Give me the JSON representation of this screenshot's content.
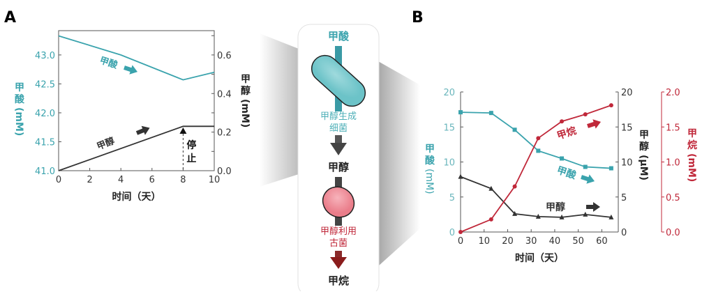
{
  "panel_a_label": "A",
  "panel_b_label": "B",
  "diagram": {
    "formate": "甲酸",
    "bacteria_line1": "甲醇生成",
    "bacteria_line2": "细菌",
    "methanol": "甲醇",
    "archaea_line1": "甲醇利用",
    "archaea_line2": "古菌",
    "methane": "甲烷"
  },
  "colors": {
    "formate": "#3aa3ad",
    "methanol": "#333333",
    "methane": "#c0283a"
  },
  "chart_data": [
    {
      "type": "line",
      "panel": "A",
      "xlabel": "时间（天）",
      "xlim": [
        0,
        10
      ],
      "xticks": [
        "0",
        "2",
        "4",
        "6",
        "8",
        "10"
      ],
      "ylabel_left": {
        "c1": "甲",
        "c2": "酸",
        "unit": "(mM)"
      },
      "ylabel_right": {
        "c1": "甲",
        "c2": "醇",
        "unit": "(mM)"
      },
      "ylim_left": [
        41.0,
        43.42
      ],
      "yticks_left": [
        "41.0",
        "41.5",
        "42.0",
        "42.5",
        "43.0"
      ],
      "ylim_right": [
        0,
        0.726
      ],
      "yticks_right": [
        "0.0",
        "0.2",
        "0.4",
        "0.6"
      ],
      "annotation_stop": {
        "c1": "停",
        "c2": "止",
        "x": 8
      },
      "series": [
        {
          "name": "甲酸",
          "axis": "left",
          "x": [
            0,
            4,
            8,
            10
          ],
          "y": [
            43.33,
            43.0,
            42.57,
            42.7
          ]
        },
        {
          "name": "甲醇",
          "axis": "right",
          "x": [
            0,
            8,
            10
          ],
          "y": [
            0.0,
            0.23,
            0.23
          ]
        }
      ]
    },
    {
      "type": "line",
      "panel": "B",
      "xlabel": "时间（天）",
      "xlim": [
        0,
        67
      ],
      "xticks": [
        "0",
        "10",
        "20",
        "30",
        "40",
        "50",
        "60"
      ],
      "ylabel_left": {
        "c1": "甲",
        "c2": "酸",
        "unit": "(mM)"
      },
      "ylabel_mid": {
        "c1": "甲",
        "c2": "醇",
        "unit": "(μM)"
      },
      "ylabel_right": {
        "c1": "甲",
        "c2": "烷",
        "unit": "(mM)"
      },
      "ylim_left": [
        0,
        20
      ],
      "yticks_left": [
        "0",
        "5",
        "10",
        "15",
        "20"
      ],
      "ylim_mid": [
        0,
        20
      ],
      "yticks_mid": [
        "0",
        "5",
        "10",
        "15",
        "20"
      ],
      "ylim_right": [
        0,
        2.0
      ],
      "yticks_right": [
        "0.0",
        "0.5",
        "1.0",
        "1.5",
        "2.0"
      ],
      "series": [
        {
          "name": "甲酸",
          "axis": "left",
          "marker": "square",
          "x": [
            0,
            13,
            23,
            33,
            43,
            53,
            64
          ],
          "y": [
            17.1,
            17.0,
            14.6,
            11.6,
            10.5,
            9.3,
            9.1
          ]
        },
        {
          "name": "甲醇",
          "axis": "mid",
          "marker": "triangle",
          "x": [
            0,
            13,
            23,
            33,
            43,
            53,
            64
          ],
          "y": [
            7.9,
            6.2,
            2.6,
            2.2,
            2.1,
            2.5,
            2.1
          ]
        },
        {
          "name": "甲烷",
          "axis": "right",
          "marker": "circle",
          "x": [
            0,
            13,
            23,
            33,
            43,
            53,
            64
          ],
          "y": [
            0.0,
            0.18,
            0.65,
            1.34,
            1.58,
            1.68,
            1.81
          ]
        }
      ]
    }
  ]
}
